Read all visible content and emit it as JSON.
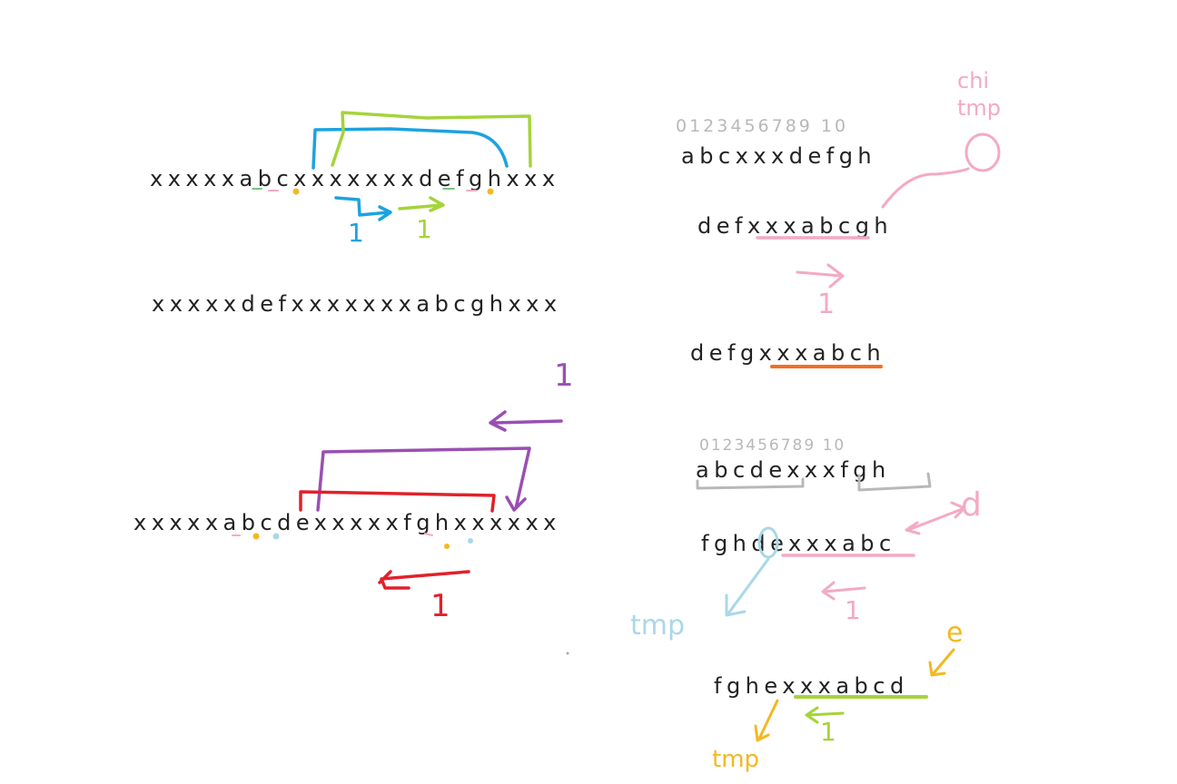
{
  "colors": {
    "text": "#222222",
    "blue": "#1ba3e0",
    "green": "#a4d43a",
    "purple": "#9a4fb2",
    "red": "#e0212b",
    "pink": "#f4a9c4",
    "orange": "#f07024",
    "gray": "#b8b8b8",
    "light_blue": "#a8d8e8",
    "yellow": "#f4b820"
  },
  "left": {
    "row1": "xxxxxabcxxxxxxxdefghxxx",
    "row2": "xxxxxdefxxxxxxxabcghxxx",
    "row3": "xxxxxabcdexxxxxfghxxxxxx",
    "marks": {
      "blue_one": "1",
      "green_one": "1",
      "purple_one": "1",
      "red_one": "1"
    }
  },
  "right_top": {
    "indices": "0123456789 10",
    "line1": "abcxxxdefgh",
    "line2": "defxxxabcgh",
    "line3": "defgxxxabch",
    "pink_one": "1",
    "note": "chi tmp"
  },
  "right_bottom": {
    "indices": "0123456789 10",
    "line1": "abcdexxxfgh",
    "line2": "fghdexxxabc",
    "line3": "fghexxxabcd",
    "tmp_blue": "tmp",
    "d_label": "d",
    "e_label": "e",
    "pink_one": "1",
    "green_one": "1",
    "tmp_yellow": "tmp"
  }
}
